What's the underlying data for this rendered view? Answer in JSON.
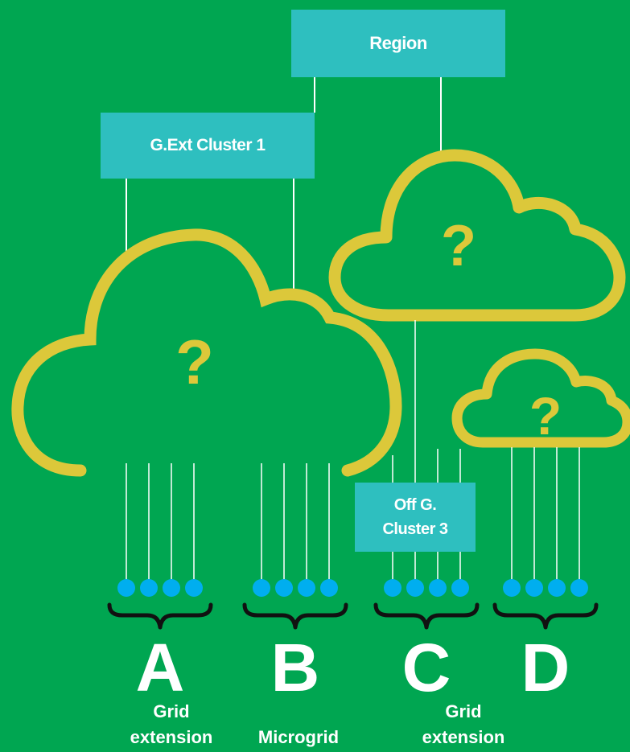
{
  "boxes": {
    "region": "Region",
    "gext_cluster": "G.Ext Cluster 1",
    "offgrid_cluster": "Off G.\nCluster 3"
  },
  "clouds": {
    "unknown_mark": "?"
  },
  "groups": [
    {
      "letter": "A",
      "caption": "Grid\nextension"
    },
    {
      "letter": "B",
      "caption": "Microgrid"
    },
    {
      "letter": "C",
      "caption": "Grid\nextension"
    },
    {
      "letter": "D",
      "caption": ""
    }
  ],
  "colors": {
    "background": "#00a651",
    "box": "#2ebfbf",
    "cloud": "#dcc83a",
    "node": "#00aeef",
    "brace": "#111111",
    "text": "#ffffff"
  }
}
